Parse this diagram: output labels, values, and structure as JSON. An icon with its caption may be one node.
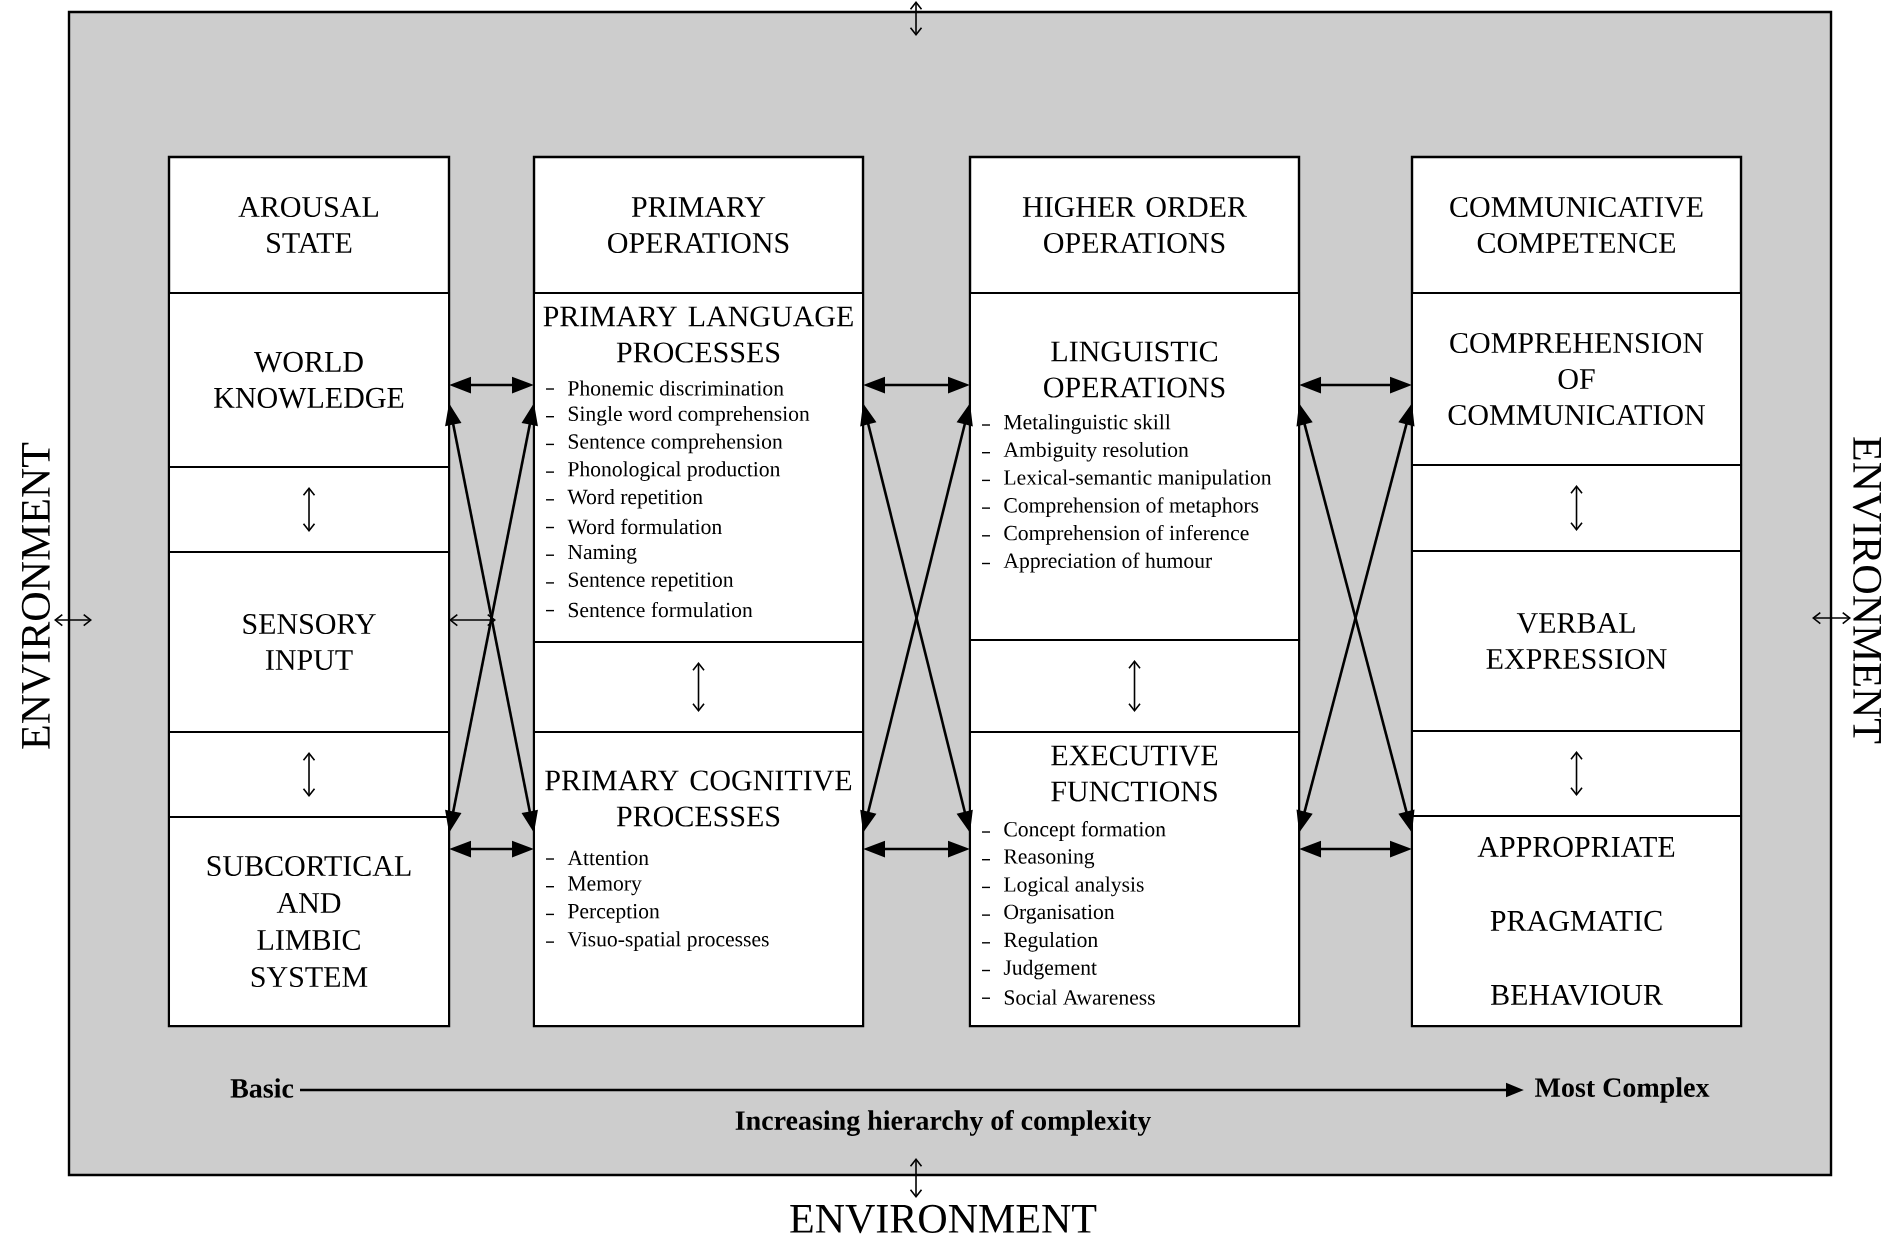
{
  "diagram": {
    "nodes": [
      {
        "text": [],
        "shape": "box"
      },
      {
        "text": [
          "AROUSAL STATE"
        ],
        "in": 0
      },
      {
        "text": [
          "WORLD KNOWLEDGE"
        ],
        "in": 1
      },
      {
        "text": [
          "SENSORY INPUT"
        ],
        "in": 1
      },
      {
        "text": [
          "SUBCORTICAL AND LIMBIC SYSTEM"
        ],
        "in": 1
      },
      {
        "text": [
          "PRIMARY OPERATIONS"
        ],
        "in": 0
      },
      {
        "text": [
          "PRIMARY LANGUAGE PROCESSES",
          "Phonemic discrimination",
          "Single word comprehension",
          "Sentence comprehension",
          "Phonological production",
          "Word repetition",
          "Word formulation",
          "Naming",
          "Sentence repetition",
          "Sentence formulation"
        ],
        "in": 5
      },
      {
        "text": [
          "PRIMARY COGNITIVE PROCESSES",
          "Attention",
          "Memory",
          "Perception",
          "Visuo-spatial processes"
        ],
        "in": 5
      },
      {
        "text": [
          "HIGHER ORDER OPERATIONS"
        ],
        "in": 0
      },
      {
        "text": [
          "LINGUISTIC OPERATIONS",
          "Metalinguistic skill",
          "Ambiguity resolution",
          "Lexical-semantic manipulation",
          "Comprehension of metaphors",
          "Comprehension of inference",
          "Appreciation of humour"
        ],
        "in": 8
      },
      {
        "text": [
          "EXECUTIVE FUNCTIONS",
          "Concept formation",
          "Reasoning",
          "Logical analysis",
          "Organisation",
          "Regulation",
          "Judgement",
          "Social Awareness"
        ],
        "in": 8
      },
      {
        "text": [
          "COMMUNICATIVE COMPETENCE"
        ],
        "in": 0
      },
      {
        "text": [
          "COMPREHENSION OF COMMUNICATION"
        ],
        "in": 11
      },
      {
        "text": [
          "VERBAL EXPRESSION"
        ],
        "in": 11
      },
      {
        "text": [
          "APPROPRIATE PRAGMATIC BEHAVIOUR"
        ],
        "in": 11
      },
      {
        "text": [
          "Basic"
        ],
        "in": 0
      },
      {
        "text": [
          "Most Complex"
        ],
        "in": 0
      },
      {
        "text": [
          "ENVIRONMENT"
        ]
      },
      {
        "text": [
          "ENVIRONMENT"
        ]
      },
      {
        "text": [
          "ENVIRONMENT"
        ]
      }
    ],
    "edges": [
      {
        "from": 2,
        "to": 3,
        "arrow": "both"
      },
      {
        "from": 3,
        "to": 4,
        "arrow": "both"
      },
      {
        "from": 6,
        "to": 7,
        "arrow": "both"
      },
      {
        "from": 9,
        "to": 10,
        "arrow": "both"
      },
      {
        "from": 12,
        "to": 13,
        "arrow": "both"
      },
      {
        "from": 13,
        "to": 14,
        "arrow": "both"
      },
      {
        "from": 2,
        "to": 6,
        "arrow": "both"
      },
      {
        "from": 2,
        "to": 7,
        "arrow": "both"
      },
      {
        "from": 4,
        "to": 6,
        "arrow": "both"
      },
      {
        "from": 4,
        "to": 7,
        "arrow": "both"
      },
      {
        "from": 3,
        "to": null,
        "arrow": "both"
      },
      {
        "from": 6,
        "to": 9,
        "arrow": "both"
      },
      {
        "from": 6,
        "to": 10,
        "arrow": "both"
      },
      {
        "from": 7,
        "to": 9,
        "arrow": "both"
      },
      {
        "from": 7,
        "to": 10,
        "arrow": "both"
      },
      {
        "from": 9,
        "to": 12,
        "arrow": "both"
      },
      {
        "from": 9,
        "to": 14,
        "arrow": "both"
      },
      {
        "from": 10,
        "to": 12,
        "arrow": "both"
      },
      {
        "from": 10,
        "to": 14,
        "arrow": "both"
      },
      {
        "from": 15,
        "to": 16,
        "arrow": "to"
      },
      {
        "from": 17,
        "to": 0,
        "arrow": "both"
      },
      {
        "from": 18,
        "to": 0,
        "arrow": "both"
      },
      {
        "from": 19,
        "to": 0,
        "arrow": "both"
      },
      {
        "from": null,
        "to": 0,
        "arrow": "both"
      }
    ],
    "labels": [
      "Increasing hierarchy of complexity"
    ]
  }
}
